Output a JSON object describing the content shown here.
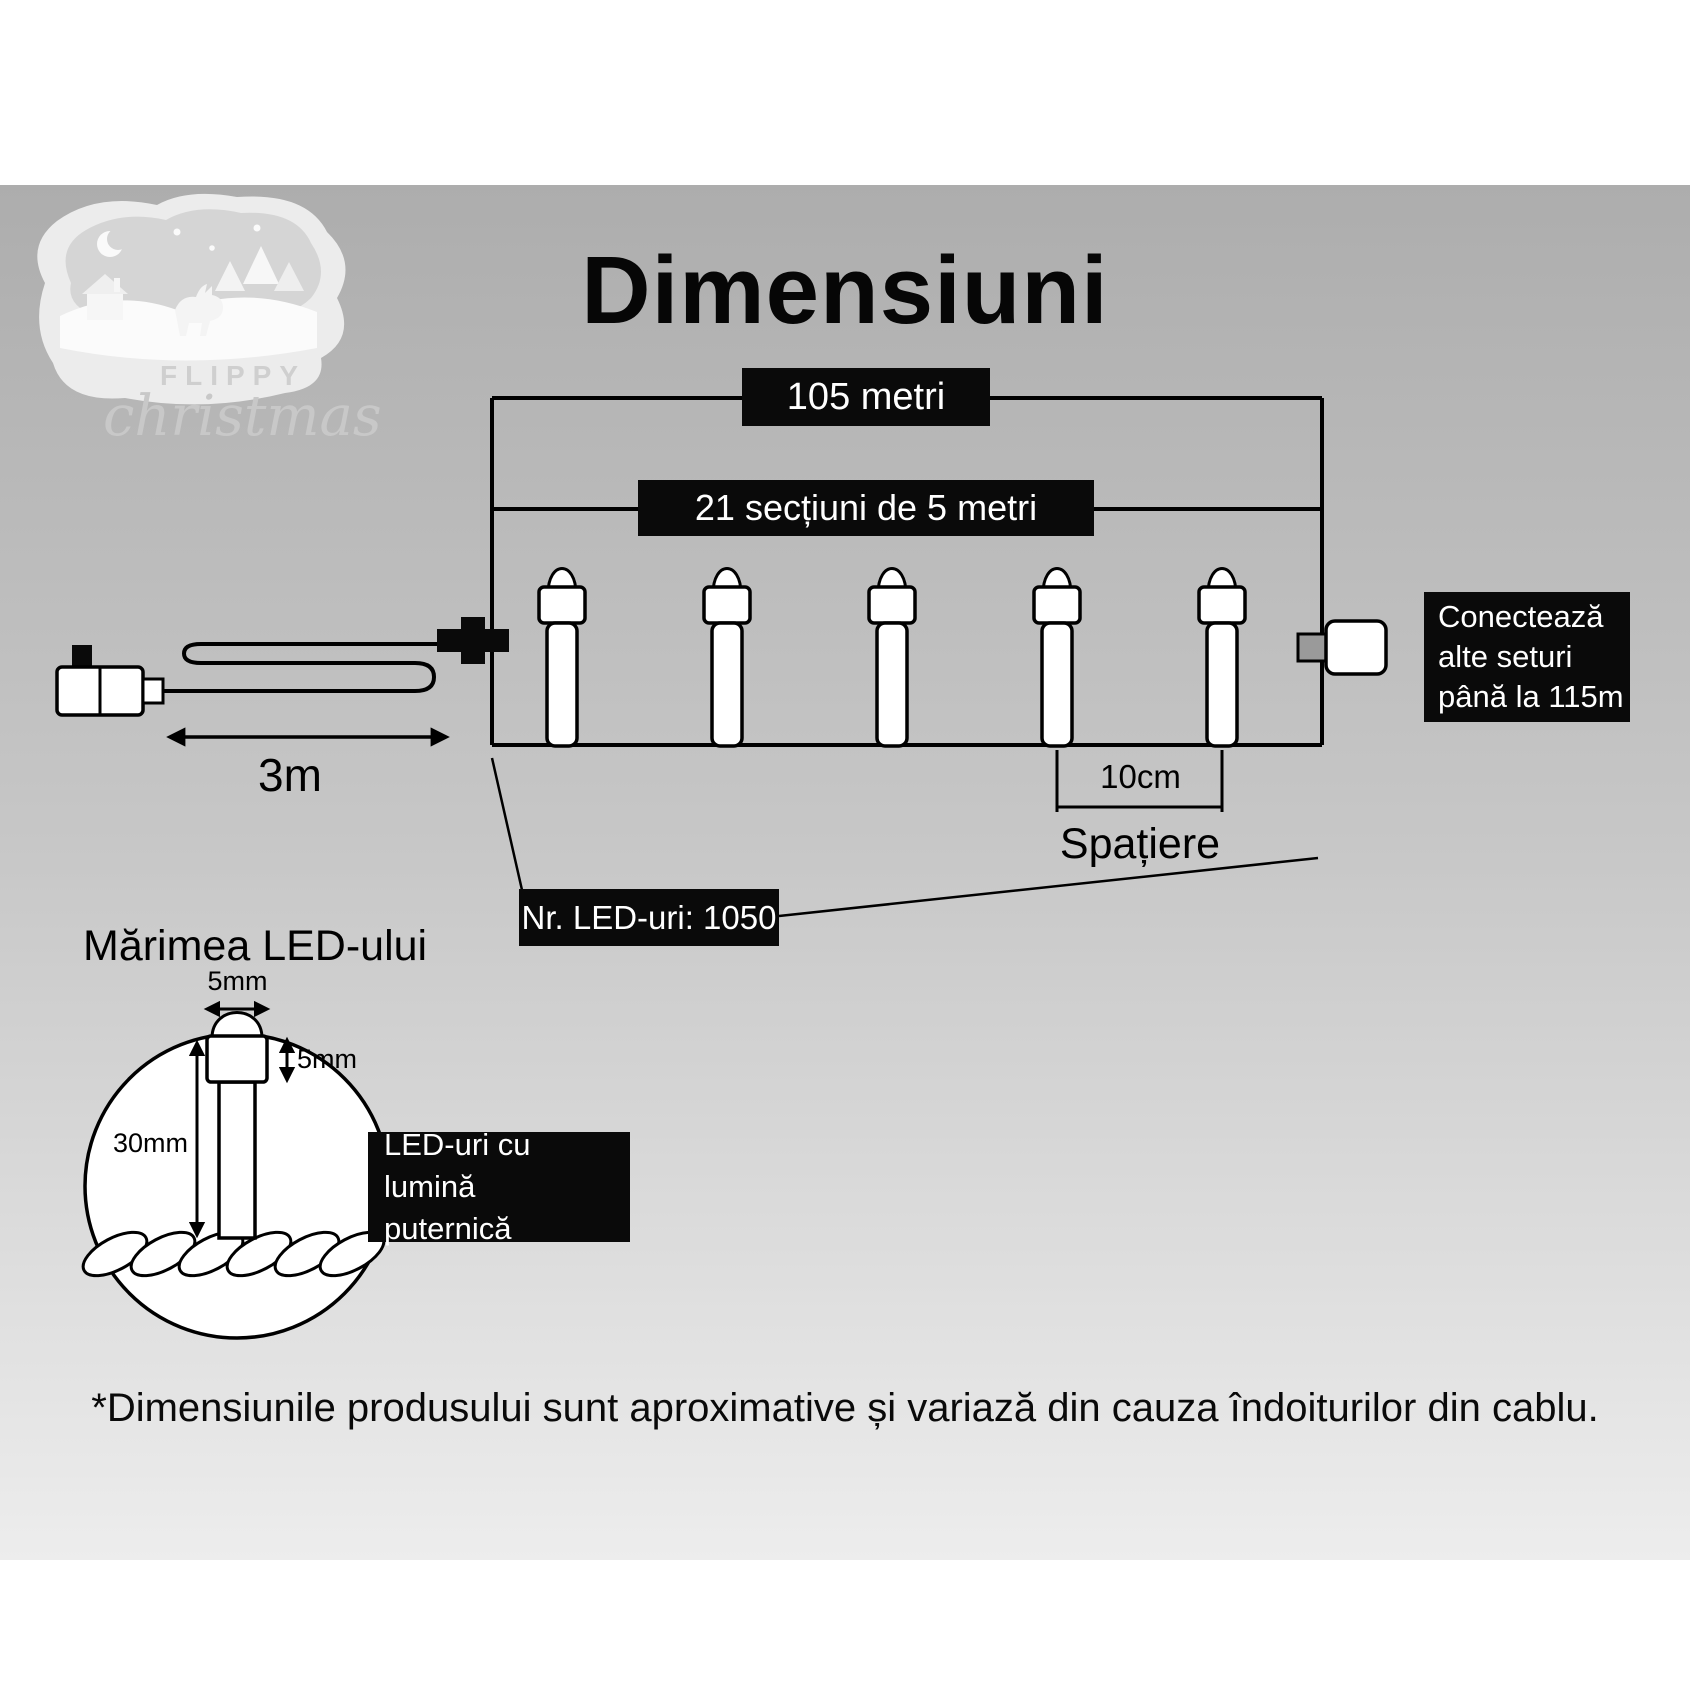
{
  "colors": {
    "background_top": "#adadad",
    "background_bottom": "#ededed",
    "label_box_bg": "#0a0a0a",
    "label_box_text": "#ffffff",
    "line": "#000000"
  },
  "page": {
    "title": "Dimensiuni",
    "footnote": "*Dimensiunile produsului sunt aproximative și variază din cauza îndoiturilor din cablu."
  },
  "logo": {
    "brand": "FLIPPY",
    "brand_script": "christmas"
  },
  "string_diagram": {
    "total_length": "105 metri",
    "sections": "21 secțiuni de 5 metri",
    "lead_length": "3m",
    "spacing_value": "10cm",
    "spacing_caption": "Spațiere",
    "led_count": "Nr. LED-uri: 1050",
    "connect_note": "Conectează\nalte seturi\npână la 115m"
  },
  "led_detail": {
    "heading": "Mărimea LED-ului",
    "width": "5mm",
    "cap_height": "5mm",
    "total_height": "30mm",
    "bright_note": "LED-uri cu lumină\nputernică"
  }
}
